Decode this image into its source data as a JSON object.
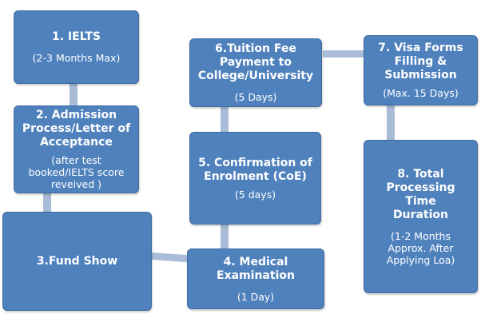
{
  "diagram": {
    "steps": [
      {
        "title": "1. IELTS",
        "detail": "(2-3 Months Max)"
      },
      {
        "title": "2. Admission\nProcess/Letter of\nAcceptance",
        "detail": "(after test\nbooked/IELTS score\nreveived )"
      },
      {
        "title": "3.Fund Show",
        "detail": ""
      },
      {
        "title": "4. Medical\nExamination",
        "detail": "(1 Day)"
      },
      {
        "title": "5. Confirmation of\nEnrolment (CoE)",
        "detail": "(5 days)"
      },
      {
        "title": "6.Tuition Fee\nPayment to\nCollege/University",
        "detail": "(5 Days)"
      },
      {
        "title": "7. Visa Forms\nFilling &\nSubmission",
        "detail": "(Max. 15 Days)"
      },
      {
        "title": "8. Total\nProcessing Time\nDuration",
        "detail": "(1-2 Months\nApprox. After\nApplying Loa)"
      }
    ],
    "colors": {
      "box_fill": "#4f81bd",
      "box_border": "#3f6a9e",
      "connector": "#a9bbd6",
      "text": "#ffffff"
    }
  }
}
